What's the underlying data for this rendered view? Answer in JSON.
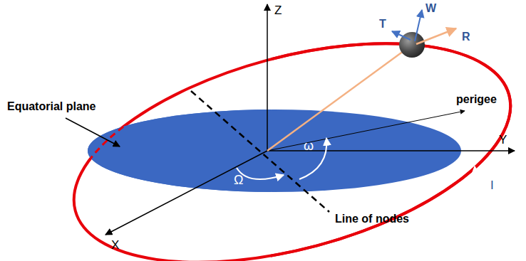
{
  "diagram": {
    "labels": [
      "Z",
      "T",
      "W",
      "R",
      "Equatorial plane",
      "perigee",
      "Y",
      "ω",
      "Ω",
      "I",
      "X",
      "Line of nodes"
    ]
  }
}
